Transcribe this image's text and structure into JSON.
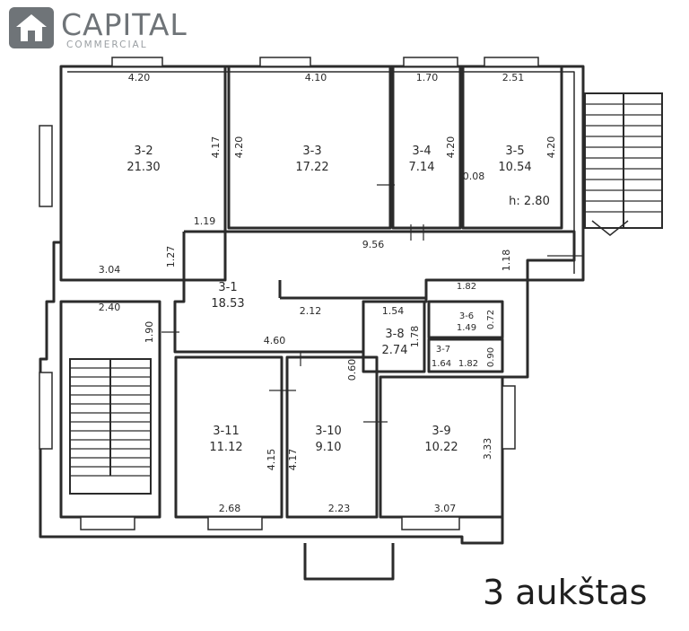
{
  "brand": {
    "name": "CAPITAL",
    "subtitle": "COMMERCIAL",
    "color": "#6f7478",
    "icon": "house-logo-icon"
  },
  "floor_label": "3 aukštas",
  "height_note": "h: 2.80",
  "rooms": [
    {
      "id": "3-2",
      "area": "21.30"
    },
    {
      "id": "3-3",
      "area": "17.22"
    },
    {
      "id": "3-4",
      "area": "7.14"
    },
    {
      "id": "3-5",
      "area": "10.54"
    },
    {
      "id": "3-1",
      "area": "18.53"
    },
    {
      "id": "3-8",
      "area": "2.74"
    },
    {
      "id": "3-6",
      "area": "1.49"
    },
    {
      "id": "3-7",
      "area": "1.64"
    },
    {
      "id": "3-11",
      "area": "11.12"
    },
    {
      "id": "3-10",
      "area": "9.10"
    },
    {
      "id": "3-9",
      "area": "10.22"
    }
  ],
  "dimensions": {
    "horizontal": [
      "4.20",
      "4.10",
      "1.70",
      "2.51",
      "1.19",
      "9.56",
      "3.04",
      "2.40",
      "2.12",
      "1.54",
      "1.82",
      "4.60",
      "1.82",
      "2.68",
      "2.23",
      "3.07"
    ],
    "vertical": [
      "4.17",
      "4.20",
      "4.20",
      "4.20",
      "0.08",
      "1.27",
      "1.18",
      "1.90",
      "1.78",
      "0.60",
      "0.72",
      "0.90",
      "4.15",
      "4.17",
      "3.33"
    ]
  }
}
